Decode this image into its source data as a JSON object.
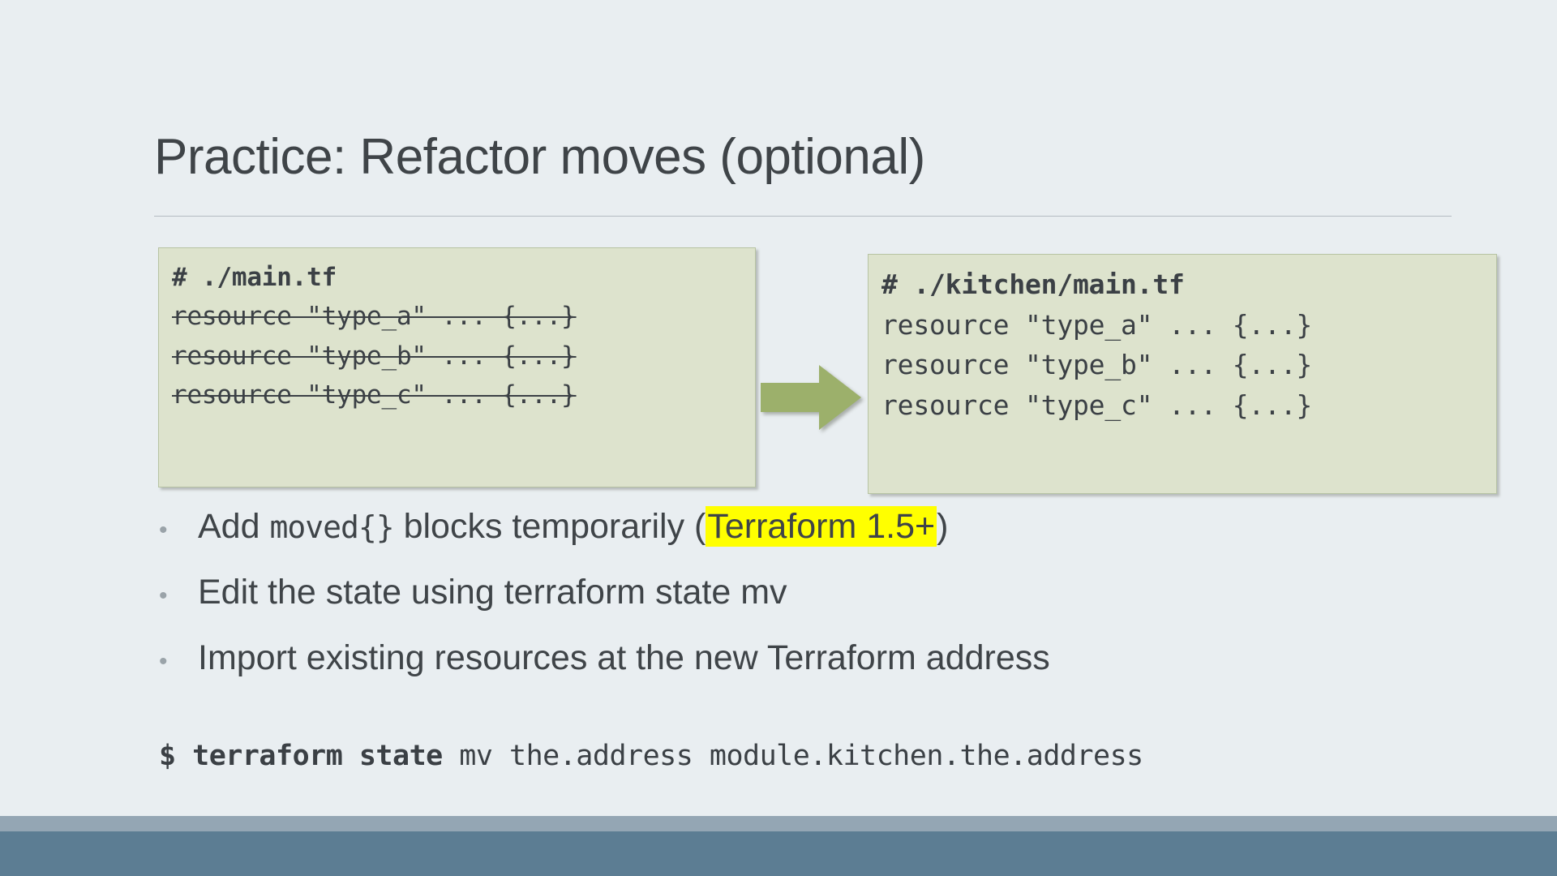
{
  "slide": {
    "title": "Practice: Refactor moves (optional)",
    "background_color": "#e9eef1"
  },
  "code_box_left": {
    "name": "main-tf",
    "header": "# ./main.tf",
    "lines": [
      "resource \"type_a\" ... {...}",
      "resource \"type_b\" ... {...}",
      "resource \"type_c\" ... {...}"
    ],
    "struck_through": true,
    "fill_color": "#dde3cd",
    "border_color": "#b7c3a3"
  },
  "code_box_right": {
    "name": "kitchen-main-tf",
    "header": "# ./kitchen/main.tf",
    "lines": [
      "resource \"type_a\" ... {...}",
      "resource \"type_b\" ... {...}",
      "resource \"type_c\" ... {...}"
    ],
    "struck_through": false,
    "fill_color": "#dde3cd",
    "border_color": "#b7c3a3"
  },
  "arrow": {
    "direction": "right",
    "color": "#9cb06b"
  },
  "bullets": [
    {
      "marker": "•",
      "pre": "Add ",
      "mono": "moved{}",
      "mid": " blocks temporarily (",
      "highlight": "Terraform 1.5+",
      "post": ")",
      "highlight_color": "#ffff00"
    },
    {
      "marker": "•",
      "text": "Edit the state using terraform state mv"
    },
    {
      "marker": "•",
      "text": "Import existing resources at the new Terraform address"
    }
  ],
  "command": {
    "prompt": "$ terraform state",
    "rest": " mv the.address module.kitchen.the.address"
  },
  "footer": {
    "light_color": "#94a6b4",
    "dark_color": "#5c7d93"
  }
}
